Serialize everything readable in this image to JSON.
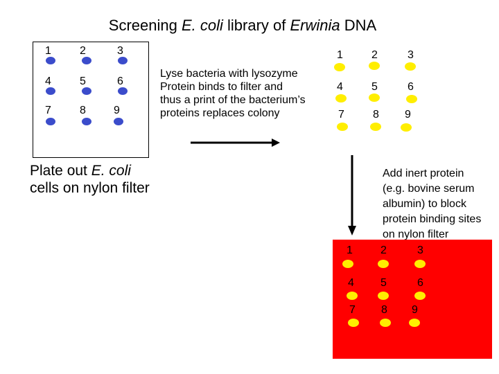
{
  "title": {
    "prefix": "Screening ",
    "organism": "E. coli",
    "middle": " library of ",
    "source": "Erwinia",
    "suffix": " DNA"
  },
  "colony_numbers": [
    "1",
    "2",
    "3",
    "4",
    "5",
    "6",
    "7",
    "8",
    "9"
  ],
  "colors": {
    "colony_blue": "#3b4ccb",
    "colony_yellow": "#ffee00",
    "filter_red": "#ff0000"
  },
  "step1": {
    "line1_prefix": "Plate out ",
    "line1_italic": "E. coli",
    "line2": "cells on nylon filter"
  },
  "step2": {
    "lines": [
      "Lyse bacteria with lysozyme",
      "Protein binds to filter and",
      "thus a print of the bacterium’s",
      "proteins replaces colony"
    ]
  },
  "step3": {
    "lines": [
      "Add inert protein",
      "(e.g. bovine serum",
      "albumin) to block",
      "protein binding sites",
      "on nylon filter"
    ]
  }
}
